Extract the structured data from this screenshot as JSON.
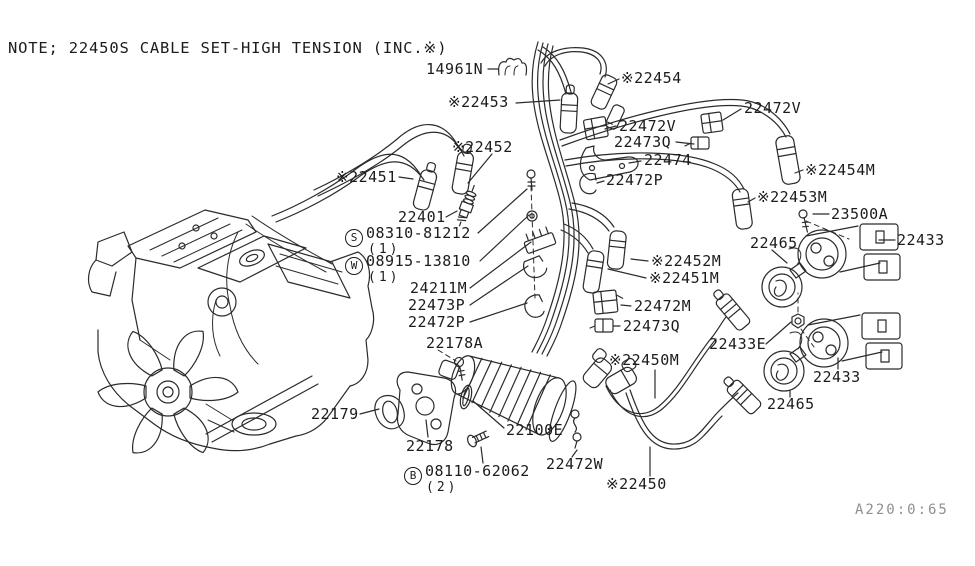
{
  "note": "NOTE; 22450S CABLE SET-HIGH TENSION (INC.※)",
  "diagram_code": "A220:0:65",
  "labels": {
    "p14961n": "14961N",
    "p22453": "※22453",
    "p22454": "※22454",
    "p22472v_1": "22472V",
    "p22472v_2": "22472V",
    "p22473q_1": "22473Q",
    "p22474": "22474",
    "p22452": "※22452",
    "p22451": "※22451",
    "p22472p_1": "22472P",
    "p22454m": "※22454M",
    "p22453m": "※22453M",
    "p22401": "22401",
    "p23500a": "23500A",
    "p22465_1": "22465",
    "p22433_1": "22433",
    "p22452m": "※22452M",
    "p22451m": "※22451M",
    "p24211m": "24211M",
    "p22473p": "22473P",
    "p22472m": "22472M",
    "p22472p_2": "22472P",
    "p22473q_2": "22473Q",
    "p22178a": "22178A",
    "p22433e": "22433E",
    "p22450m": "※22450M",
    "p22433_2": "22433",
    "p22465_2": "22465",
    "p22179": "22179",
    "p22100e": "22100E",
    "p22178": "22178",
    "p22472w": "22472W",
    "p22450": "※22450"
  },
  "hardware": {
    "s": {
      "prefix": "S",
      "number": "08310-81212",
      "qty": "(1)"
    },
    "w": {
      "prefix": "W",
      "number": "08915-13810",
      "qty": "(1)"
    },
    "b": {
      "prefix": "B",
      "number": "08110-62062",
      "qty": "(2)"
    }
  }
}
